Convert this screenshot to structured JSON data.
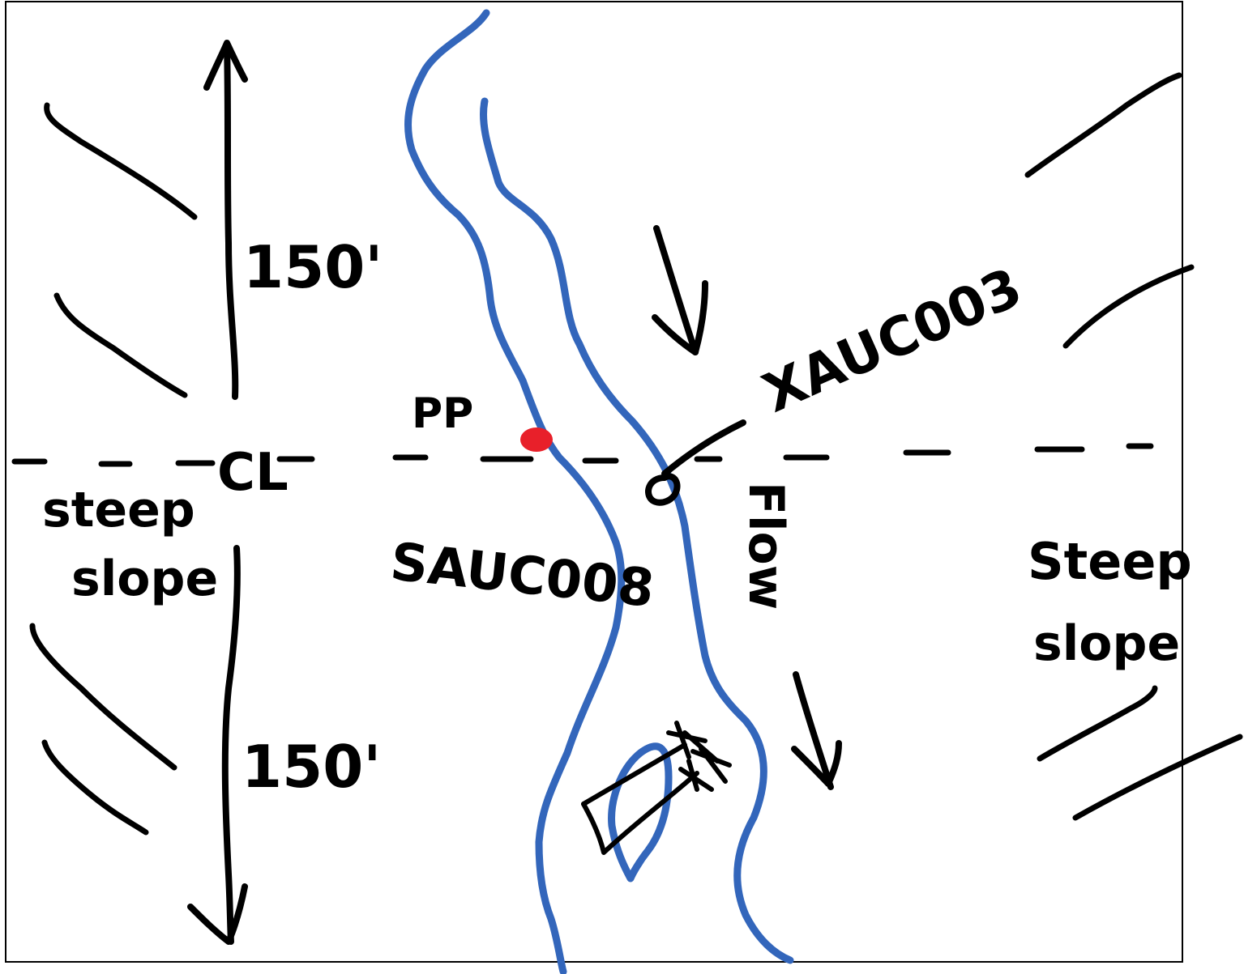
{
  "labels": {
    "distance_upper": "150'",
    "distance_lower": "150'",
    "centerline": "CL",
    "photo_point": "PP",
    "site_left": "SAUC008",
    "site_right": "XAUC003",
    "flow": "Flow",
    "steep_slope_left_1": "steep",
    "steep_slope_left_2": "slope",
    "steep_slope_right_1": "Steep",
    "steep_slope_right_2": "slope"
  },
  "colors": {
    "ink": "#000000",
    "water": "#3366bb",
    "photo_point_marker": "#e8202a"
  },
  "icons": {
    "photo_point_marker": "red-dot",
    "shrub": "shrub-sketch"
  }
}
